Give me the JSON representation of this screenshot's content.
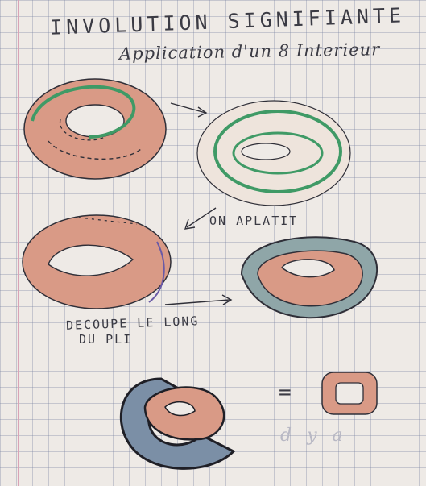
{
  "notebook": {
    "title": "INVOLUTION SIGNIFIANTE",
    "subtitle": "Application d'un 8 Interieur",
    "label_flatten": "ON APLATIT",
    "label_cut_line1": "DECOUPE LE LONG",
    "label_cut_line2": "DU PLI",
    "equals": "=",
    "faint_pencil": "d y a"
  },
  "colors": {
    "paper": "#eeeae6",
    "grid": "#8c94b0",
    "red_pencil": "#cf8a78",
    "green_pencil": "#3f9a66",
    "blue_pencil": "#7b8fa6",
    "ink": "#2f2f38"
  }
}
